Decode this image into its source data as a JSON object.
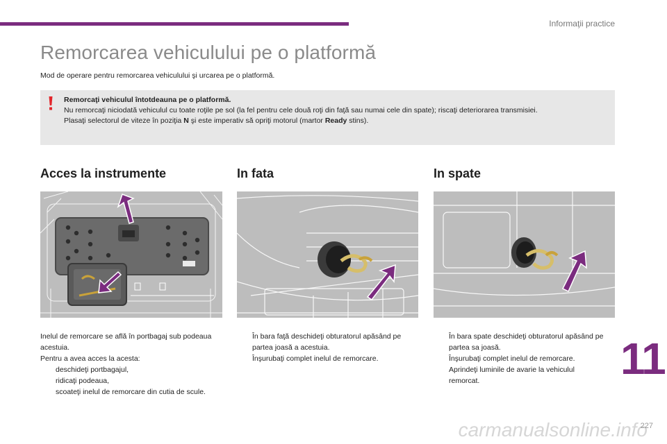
{
  "header": {
    "section": "Informaţii practice"
  },
  "title": "Remorcarea vehiculului pe o platformă",
  "intro": "Mod de operare pentru remorcarea vehiculului şi urcarea pe o platformă.",
  "warning": {
    "icon": "exclamation-icon",
    "line1": "Remorcaţi vehiculul întotdeauna pe o platformă.",
    "line2": "Nu remorcaţi niciodată vehiculul cu toate roţile pe sol (la fel pentru cele două roţi din faţă sau numai cele din spate); riscaţi deteriorarea transmisiei.",
    "line3_pre": "Plasaţi selectorul de viteze în poziţia ",
    "line3_n": "N",
    "line3_mid": " şi este imperativ să opriţi motorul (martor ",
    "line3_ready": "Ready",
    "line3_post": " stins)."
  },
  "columns": [
    {
      "title": "Acces la instrumente",
      "text_lines": [
        "Inelul de remorcare se află în portbagaj sub podeaua acestuia.",
        "Pentru a avea acces la acesta:"
      ],
      "bullets": [
        "deschideţi portbagajul,",
        "ridicaţi podeaua,",
        "scoateţi inelul de remorcare din cutia de scule."
      ]
    },
    {
      "title": "In fata",
      "bullets": [
        "În bara faţă deschideţi obturatorul apăsând pe partea joasă a acestuia.",
        "Înşurubaţi complet inelul de remorcare."
      ]
    },
    {
      "title": "In spate",
      "bullets": [
        "În bara spate deschideţi obturatorul apăsând pe partea sa joasă.",
        "Înşurubaţi complet inelul de remorcare.",
        "Aprindeţi luminile de avarie la vehiculul remorcat."
      ]
    }
  ],
  "bullet_glyph": "",
  "chapter": "11",
  "page_number": "227",
  "watermark": "carmanualsonline.info",
  "colors": {
    "accent": "#7b2c7f",
    "warning_bg": "#e7e7e7",
    "warning_icon": "#e2262b"
  }
}
